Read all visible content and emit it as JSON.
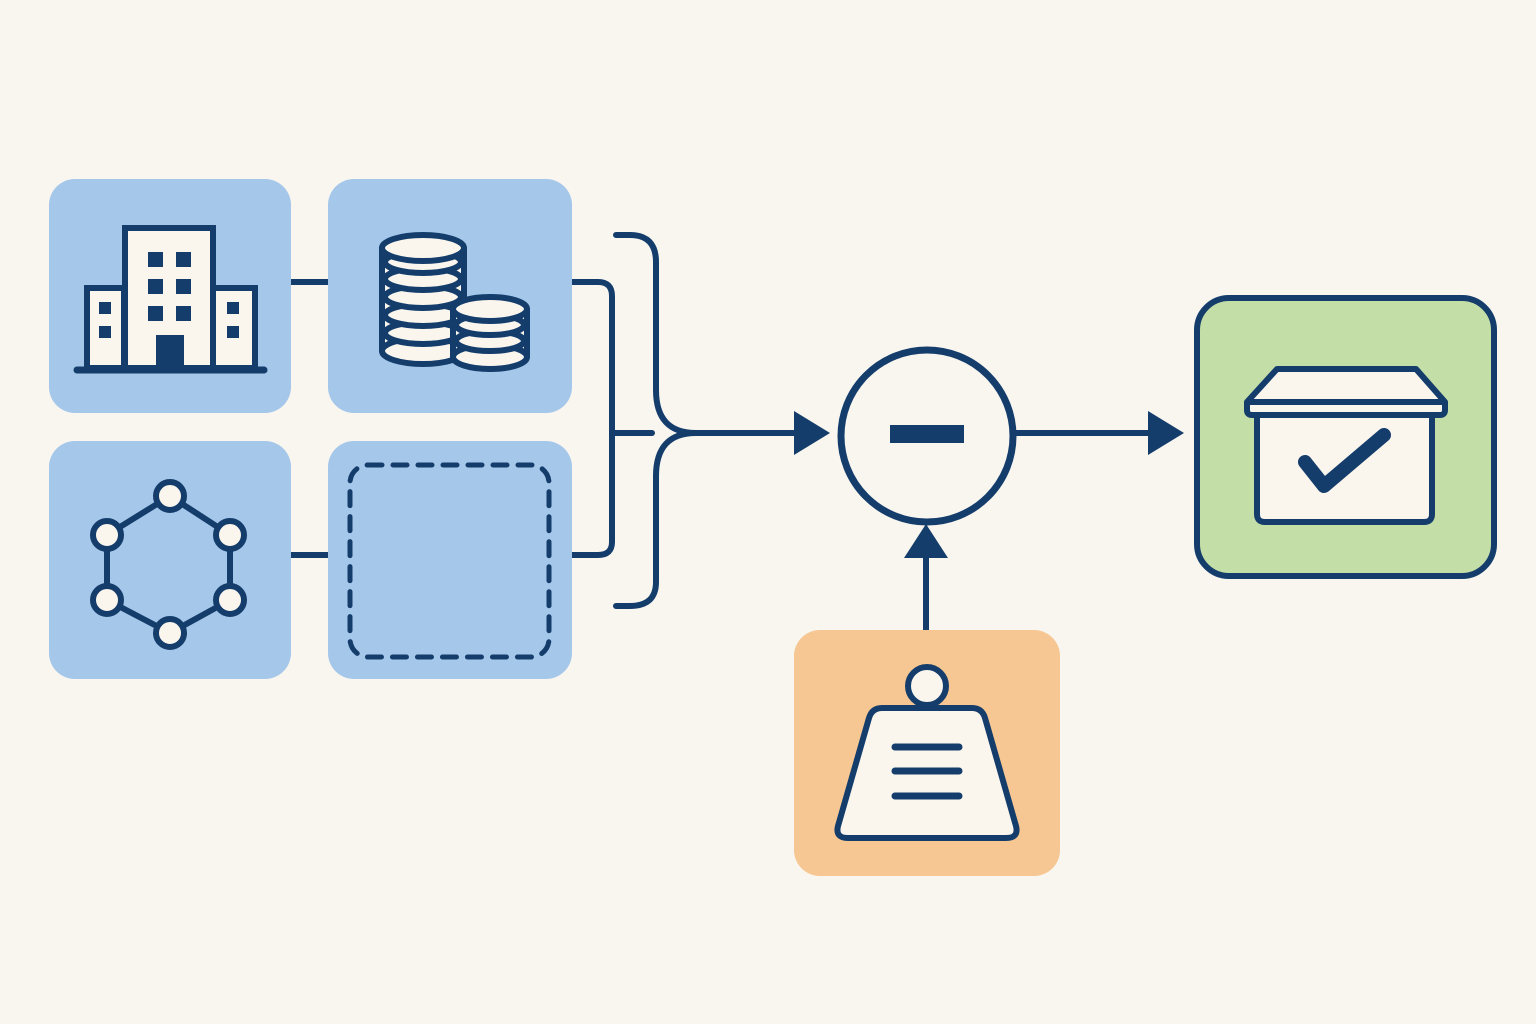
{
  "colors": {
    "background": "#f9f6f0",
    "ink": "#143d6b",
    "blue_tile": "#a5c7ea",
    "orange_tile": "#f6c792",
    "green_tile": "#c4dea8",
    "paper": "#faf6ee"
  },
  "nodes": [
    {
      "id": "building-tile",
      "icon": "office-building-icon"
    },
    {
      "id": "coins-tile",
      "icon": "coin-stacks-icon"
    },
    {
      "id": "network-tile",
      "icon": "hexagon-network-icon"
    },
    {
      "id": "empty-tile",
      "icon": "dashed-placeholder-icon"
    },
    {
      "id": "subtract-operator",
      "icon": "minus-icon"
    },
    {
      "id": "weight-tile",
      "icon": "weight-icon"
    },
    {
      "id": "result-tile",
      "icon": "checked-box-icon"
    }
  ],
  "edges": [
    {
      "from": "building-tile",
      "to": "coins-tile"
    },
    {
      "from": "network-tile",
      "to": "empty-tile"
    },
    {
      "from": "coins-tile",
      "to": "subtract-operator"
    },
    {
      "from": "empty-tile",
      "to": "subtract-operator"
    },
    {
      "from": "weight-tile",
      "to": "subtract-operator"
    },
    {
      "from": "subtract-operator",
      "to": "result-tile"
    }
  ]
}
